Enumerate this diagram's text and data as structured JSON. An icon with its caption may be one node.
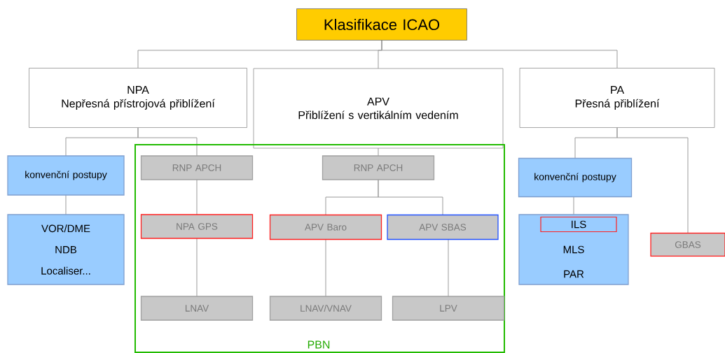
{
  "diagram": {
    "nodes": [
      {
        "text": [
          "Klasifikace ICAO"
        ]
      },
      {
        "text": [
          "NPA",
          "Nepřesná přístrojová přiblížení"
        ]
      },
      {
        "text": [
          "APV",
          "Přiblížení s vertikálním vedením"
        ]
      },
      {
        "text": [
          "PA",
          "Přesná přiblížení"
        ]
      },
      {
        "text": [
          "konvenční postupy"
        ]
      },
      {
        "text": [
          "VOR/DME",
          "NDB",
          "Localiser..."
        ]
      },
      {
        "text": [
          "PBN"
        ]
      },
      {
        "text": [
          "RNP APCH"
        ],
        "in": 6
      },
      {
        "text": [
          "NPA GPS"
        ],
        "in": 6
      },
      {
        "text": [
          "LNAV"
        ],
        "in": 6
      },
      {
        "text": [
          "RNP APCH"
        ],
        "in": 6
      },
      {
        "text": [
          "APV Baro"
        ],
        "in": 6
      },
      {
        "text": [
          "APV SBAS"
        ],
        "in": 6
      },
      {
        "text": [
          "LNAV/VNAV"
        ],
        "in": 6
      },
      {
        "text": [
          "LPV"
        ],
        "in": 6
      },
      {
        "text": [
          "konvenční postupy"
        ]
      },
      {
        "text": [
          "MLS",
          "PAR"
        ]
      },
      {
        "text": [
          "ILS"
        ],
        "in": 16
      },
      {
        "text": [
          "GBAS"
        ]
      }
    ],
    "edges": [
      {
        "from": 0,
        "to": 1,
        "arrow": "none"
      },
      {
        "from": 0,
        "to": 2,
        "arrow": "none"
      },
      {
        "from": 0,
        "to": 3,
        "arrow": "none"
      },
      {
        "from": 1,
        "to": 4,
        "arrow": "none"
      },
      {
        "from": 1,
        "to": 7,
        "arrow": "none"
      },
      {
        "from": 4,
        "to": 5,
        "arrow": "none"
      },
      {
        "from": 7,
        "to": 8,
        "arrow": "none"
      },
      {
        "from": 8,
        "to": 9,
        "arrow": "none"
      },
      {
        "from": 2,
        "to": 10,
        "arrow": "none"
      },
      {
        "from": 10,
        "to": 11,
        "arrow": "none"
      },
      {
        "from": 10,
        "to": 12,
        "arrow": "none"
      },
      {
        "from": 11,
        "to": 13,
        "arrow": "none"
      },
      {
        "from": 12,
        "to": 14,
        "arrow": "none"
      },
      {
        "from": 3,
        "to": 15,
        "arrow": "none"
      },
      {
        "from": 3,
        "to": 18,
        "arrow": "none"
      },
      {
        "from": 15,
        "to": 16,
        "arrow": "none"
      }
    ]
  }
}
